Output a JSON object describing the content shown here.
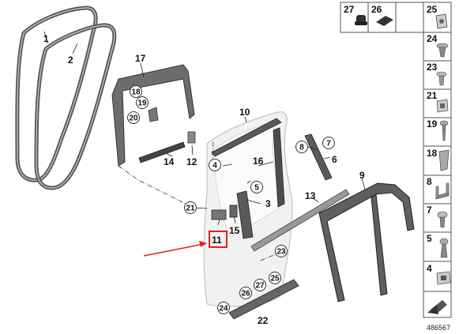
{
  "diagram_id": "486567",
  "highlight_color": "#e0201c",
  "callouts": {
    "c1": "1",
    "c2": "2",
    "c3": "3",
    "c4": "4",
    "c5": "5",
    "c6": "6",
    "c7": "7",
    "c8": "8",
    "c9": "9",
    "c10": "10",
    "c11": "11",
    "c12": "12",
    "c13": "13",
    "c14": "14",
    "c15": "15",
    "c16": "16",
    "c17": "17",
    "c18": "18",
    "c19": "19",
    "c20": "20",
    "c21": "21",
    "c22": "22",
    "c23": "23",
    "c24": "24",
    "c25": "25",
    "c26": "26",
    "c27": "27"
  },
  "legend_top": [
    {
      "id": "27",
      "icon": "rubber-plug-icon"
    },
    {
      "id": "26",
      "icon": "foam-pad-icon"
    },
    {
      "id": "25",
      "icon": "clip-nut-icon"
    }
  ],
  "legend_side": [
    {
      "id": "24",
      "icon": "expanding-rivet-icon"
    },
    {
      "id": "23",
      "icon": "push-rivet-icon"
    },
    {
      "id": "21",
      "icon": "square-clip-icon"
    },
    {
      "id": "19",
      "icon": "screw-icon"
    },
    {
      "id": "18",
      "icon": "spring-clip-icon"
    },
    {
      "id": "8",
      "icon": "bracket-icon"
    },
    {
      "id": "7",
      "icon": "pan-screw-icon"
    },
    {
      "id": "5",
      "icon": "tapping-screw-icon"
    },
    {
      "id": "4",
      "icon": "retainer-clip-icon"
    }
  ]
}
